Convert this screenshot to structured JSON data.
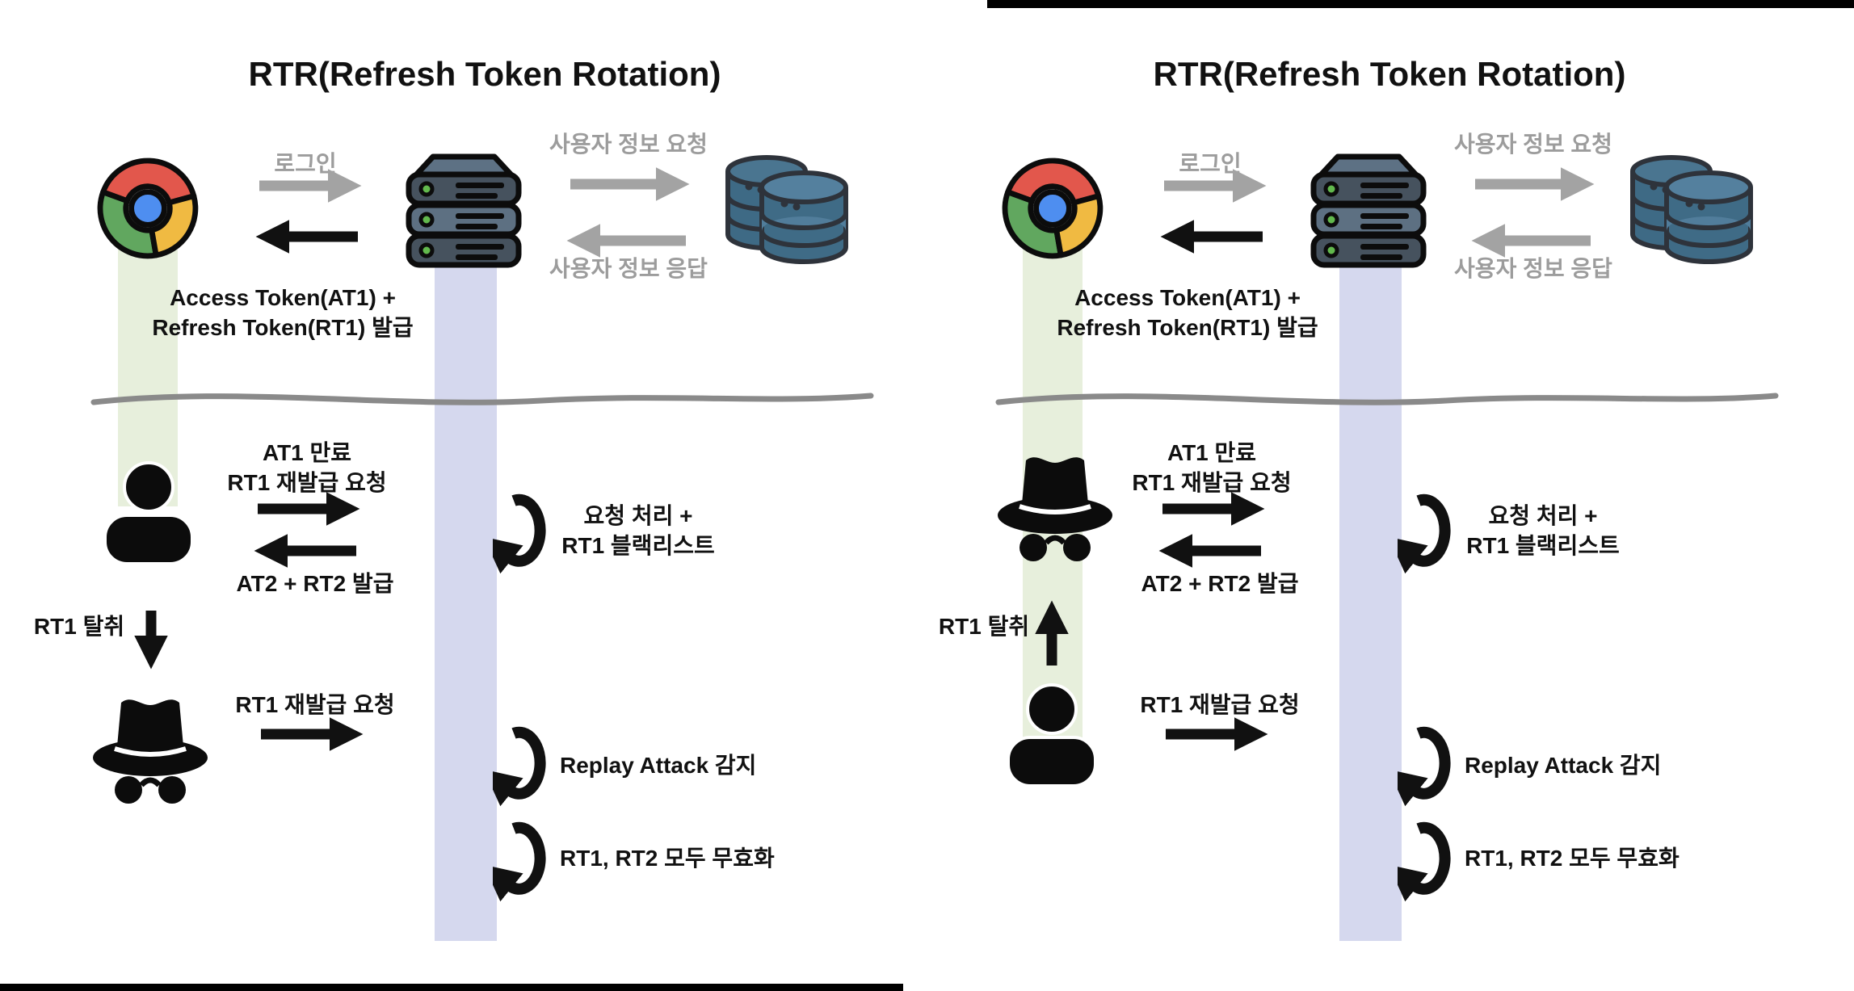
{
  "document": {
    "type": "diagram",
    "topic": "Refresh Token Rotation (RTR) flow, normal rotation vs replay-attack detection",
    "language": "Korean / English"
  },
  "decor": {
    "top_right_bar_color": "#000000",
    "bottom_left_bar_color": "#000000",
    "divider_wave_color": "#8a8a8a"
  },
  "colors": {
    "green_lane": "#e7efdc",
    "purple_lane": "#d5d8ee",
    "gray_text_arrows": "#9c9c9c",
    "black": "#111111",
    "chrome_red": "#e2574c",
    "chrome_green": "#61a75f",
    "chrome_yellow": "#f0ba42",
    "chrome_blue": "#4e8ef0",
    "server_dark": "#46525e",
    "server_light": "#5d7082",
    "server_led_green": "#62b94d",
    "database_blue": "#3f6b86",
    "database_blue_light": "#54809e"
  },
  "icons": {
    "browser": "chrome-icon",
    "auth_server": "server-icon",
    "user_db": "database-icon",
    "user": "person-icon",
    "attacker": "spy-icon",
    "server_process": "loop-arrow-icon"
  },
  "panels": [
    {
      "id": "panel-left",
      "title": "RTR(Refresh Token Rotation)",
      "actors": {
        "top": "user",
        "bottom": "attacker",
        "steal_direction": "down"
      },
      "labels": {
        "login": "로그인",
        "token_issue_line1": "Access Token(AT1) +",
        "token_issue_line2": "Refresh Token(RT1) 발급",
        "user_info_request": "사용자 정보 요청",
        "user_info_response": "사용자 정보 응답",
        "at1_expired": "AT1 만료",
        "rt1_reissue": "RT1 재발급 요청",
        "at2_rt2_issue": "AT2 + RT2 발급",
        "rt1_hijack": "RT1 탈취",
        "rt1_reissue2": "RT1 재발급 요청",
        "process_line1": "요청 처리 +",
        "process_line2": "RT1 블랙리스트",
        "replay_detect": "Replay Attack 감지",
        "invalidate_all": "RT1, RT2 모두 무효화"
      }
    },
    {
      "id": "panel-right",
      "title": "RTR(Refresh Token Rotation)",
      "actors": {
        "top": "attacker",
        "bottom": "user",
        "steal_direction": "up"
      },
      "labels": {
        "login": "로그인",
        "token_issue_line1": "Access Token(AT1) +",
        "token_issue_line2": "Refresh Token(RT1) 발급",
        "user_info_request": "사용자 정보 요청",
        "user_info_response": "사용자 정보 응답",
        "at1_expired": "AT1 만료",
        "rt1_reissue": "RT1 재발급 요청",
        "at2_rt2_issue": "AT2 + RT2 발급",
        "rt1_hijack": "RT1 탈취",
        "rt1_reissue2": "RT1 재발급 요청",
        "process_line1": "요청 처리 +",
        "process_line2": "RT1 블랙리스트",
        "replay_detect": "Replay Attack 감지",
        "invalidate_all": "RT1, RT2 모두 무효화"
      }
    }
  ]
}
